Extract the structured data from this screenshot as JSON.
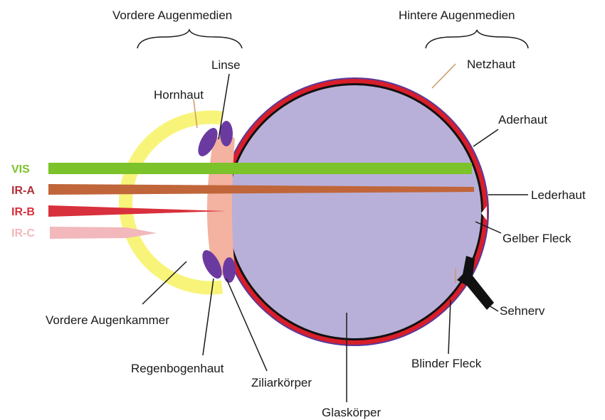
{
  "labels": {
    "front_media": "Vordere Augenmedien",
    "back_media": "Hintere Augenmedien",
    "lens": "Linse",
    "cornea": "Hornhaut",
    "retina": "Netzhaut",
    "choroid": "Aderhaut",
    "sclera": "Lederhaut",
    "macula": "Gelber Fleck",
    "optic_nerve": "Sehnerv",
    "blind_spot": "Blinder Fleck",
    "anterior_chamber": "Vordere Augenkammer",
    "iris": "Regenbogenhaut",
    "ciliary_body": "Ziliarkörper",
    "vitreous": "Glaskörper"
  },
  "rays": [
    {
      "label": "VIS",
      "color": "#7cc22a"
    },
    {
      "label": "IR-A",
      "color": "#c0663a"
    },
    {
      "label": "IR-B",
      "color": "#d8303c"
    },
    {
      "label": "IR-C",
      "color": "#f2b8bc"
    }
  ],
  "colors": {
    "vitreous": "#b8b0d8",
    "sclera": "#d81e2a",
    "choroid_edge": "#5a3a9a",
    "retina_line": "#111111",
    "cornea": "#f8f47a",
    "lens_area": "#f4b2a0",
    "iris": "#6a3aa0"
  }
}
